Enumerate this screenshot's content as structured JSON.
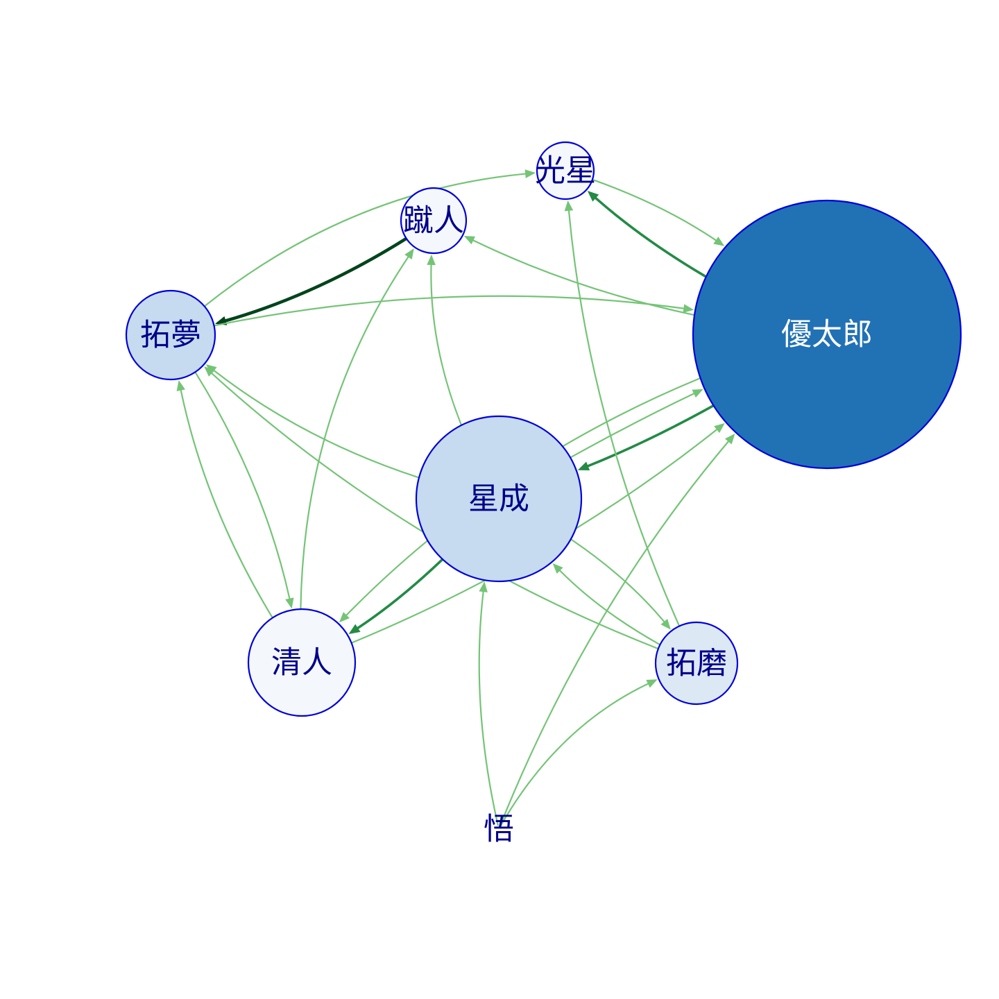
{
  "colors": {
    "background": "#ffffff",
    "node_border": "#0000dd",
    "label_dark": "#00008b",
    "label_light": "#ffffff",
    "edge_light": "#74c476",
    "edge_medium": "#238b45",
    "edge_dark": "#00441b"
  },
  "nodes": [
    {
      "id": "yutaro",
      "label": "優太郎",
      "fill": "#2171b5",
      "label_color": "#ffffff"
    },
    {
      "id": "seisei",
      "label": "星成",
      "fill": "#c6dbef",
      "label_color": "#00008b"
    },
    {
      "id": "takumu",
      "label": "拓夢",
      "fill": "#c6dbef",
      "label_color": "#00008b"
    },
    {
      "id": "shuto",
      "label": "蹴人",
      "fill": "#f4f8fd",
      "label_color": "#00008b"
    },
    {
      "id": "kosei",
      "label": "光星",
      "fill": "#f4f8fd",
      "label_color": "#00008b"
    },
    {
      "id": "kiyoto",
      "label": "清人",
      "fill": "#f4f8fd",
      "label_color": "#00008b"
    },
    {
      "id": "takuma",
      "label": "拓磨",
      "fill": "#dde8f5",
      "label_color": "#00008b"
    },
    {
      "id": "satoru",
      "label": "悟",
      "fill": "#ffffff",
      "label_color": "#00008b"
    }
  ],
  "edges": [
    {
      "from": "shuto",
      "to": "takumu",
      "strength": "strong"
    },
    {
      "from": "yutaro",
      "to": "kosei",
      "strength": "medium"
    },
    {
      "from": "yutaro",
      "to": "seisei",
      "strength": "medium"
    },
    {
      "from": "seisei",
      "to": "kiyoto",
      "strength": "medium"
    },
    {
      "from": "takumu",
      "to": "kosei",
      "strength": "weak"
    },
    {
      "from": "kosei",
      "to": "yutaro",
      "strength": "weak"
    },
    {
      "from": "yutaro",
      "to": "shuto",
      "strength": "weak"
    },
    {
      "from": "takumu",
      "to": "yutaro",
      "strength": "weak"
    },
    {
      "from": "seisei",
      "to": "shuto",
      "strength": "weak"
    },
    {
      "from": "kiyoto",
      "to": "shuto",
      "strength": "weak"
    },
    {
      "from": "seisei",
      "to": "takumu",
      "strength": "weak"
    },
    {
      "from": "takumu",
      "to": "kiyoto",
      "strength": "weak"
    },
    {
      "from": "kiyoto",
      "to": "takumu",
      "strength": "weak"
    },
    {
      "from": "takuma",
      "to": "takumu",
      "strength": "weak"
    },
    {
      "from": "seisei",
      "to": "yutaro",
      "strength": "weak"
    },
    {
      "from": "kiyoto",
      "to": "yutaro",
      "strength": "weak"
    },
    {
      "from": "yutaro",
      "to": "kiyoto",
      "strength": "weak"
    },
    {
      "from": "takuma",
      "to": "kosei",
      "strength": "weak"
    },
    {
      "from": "takuma",
      "to": "seisei",
      "strength": "weak"
    },
    {
      "from": "seisei",
      "to": "takuma",
      "strength": "weak"
    },
    {
      "from": "satoru",
      "to": "seisei",
      "strength": "weak"
    },
    {
      "from": "satoru",
      "to": "yutaro",
      "strength": "weak"
    },
    {
      "from": "satoru",
      "to": "takuma",
      "strength": "weak"
    }
  ]
}
